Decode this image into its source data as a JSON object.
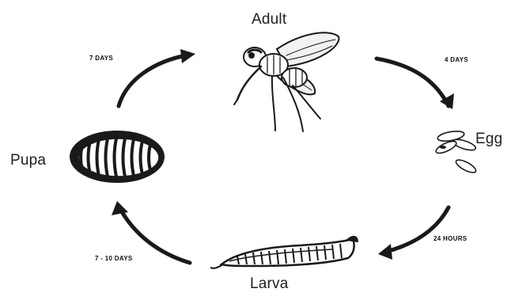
{
  "diagram": {
    "stages": {
      "adult": "Adult",
      "egg": "Egg",
      "larva": "Larva",
      "pupa": "Pupa"
    },
    "durations": {
      "adult_to_egg": "4 DAYS",
      "egg_to_larva": "24 HOURS",
      "larva_to_pupa": "7 - 10 DAYS",
      "pupa_to_adult": "7 DAYS"
    },
    "colors": {
      "ink": "#1a1a1a",
      "background": "#ffffff"
    },
    "icons": [
      "fly-icon",
      "eggs-icon",
      "larva-icon",
      "pupa-icon",
      "cycle-arrow"
    ]
  }
}
